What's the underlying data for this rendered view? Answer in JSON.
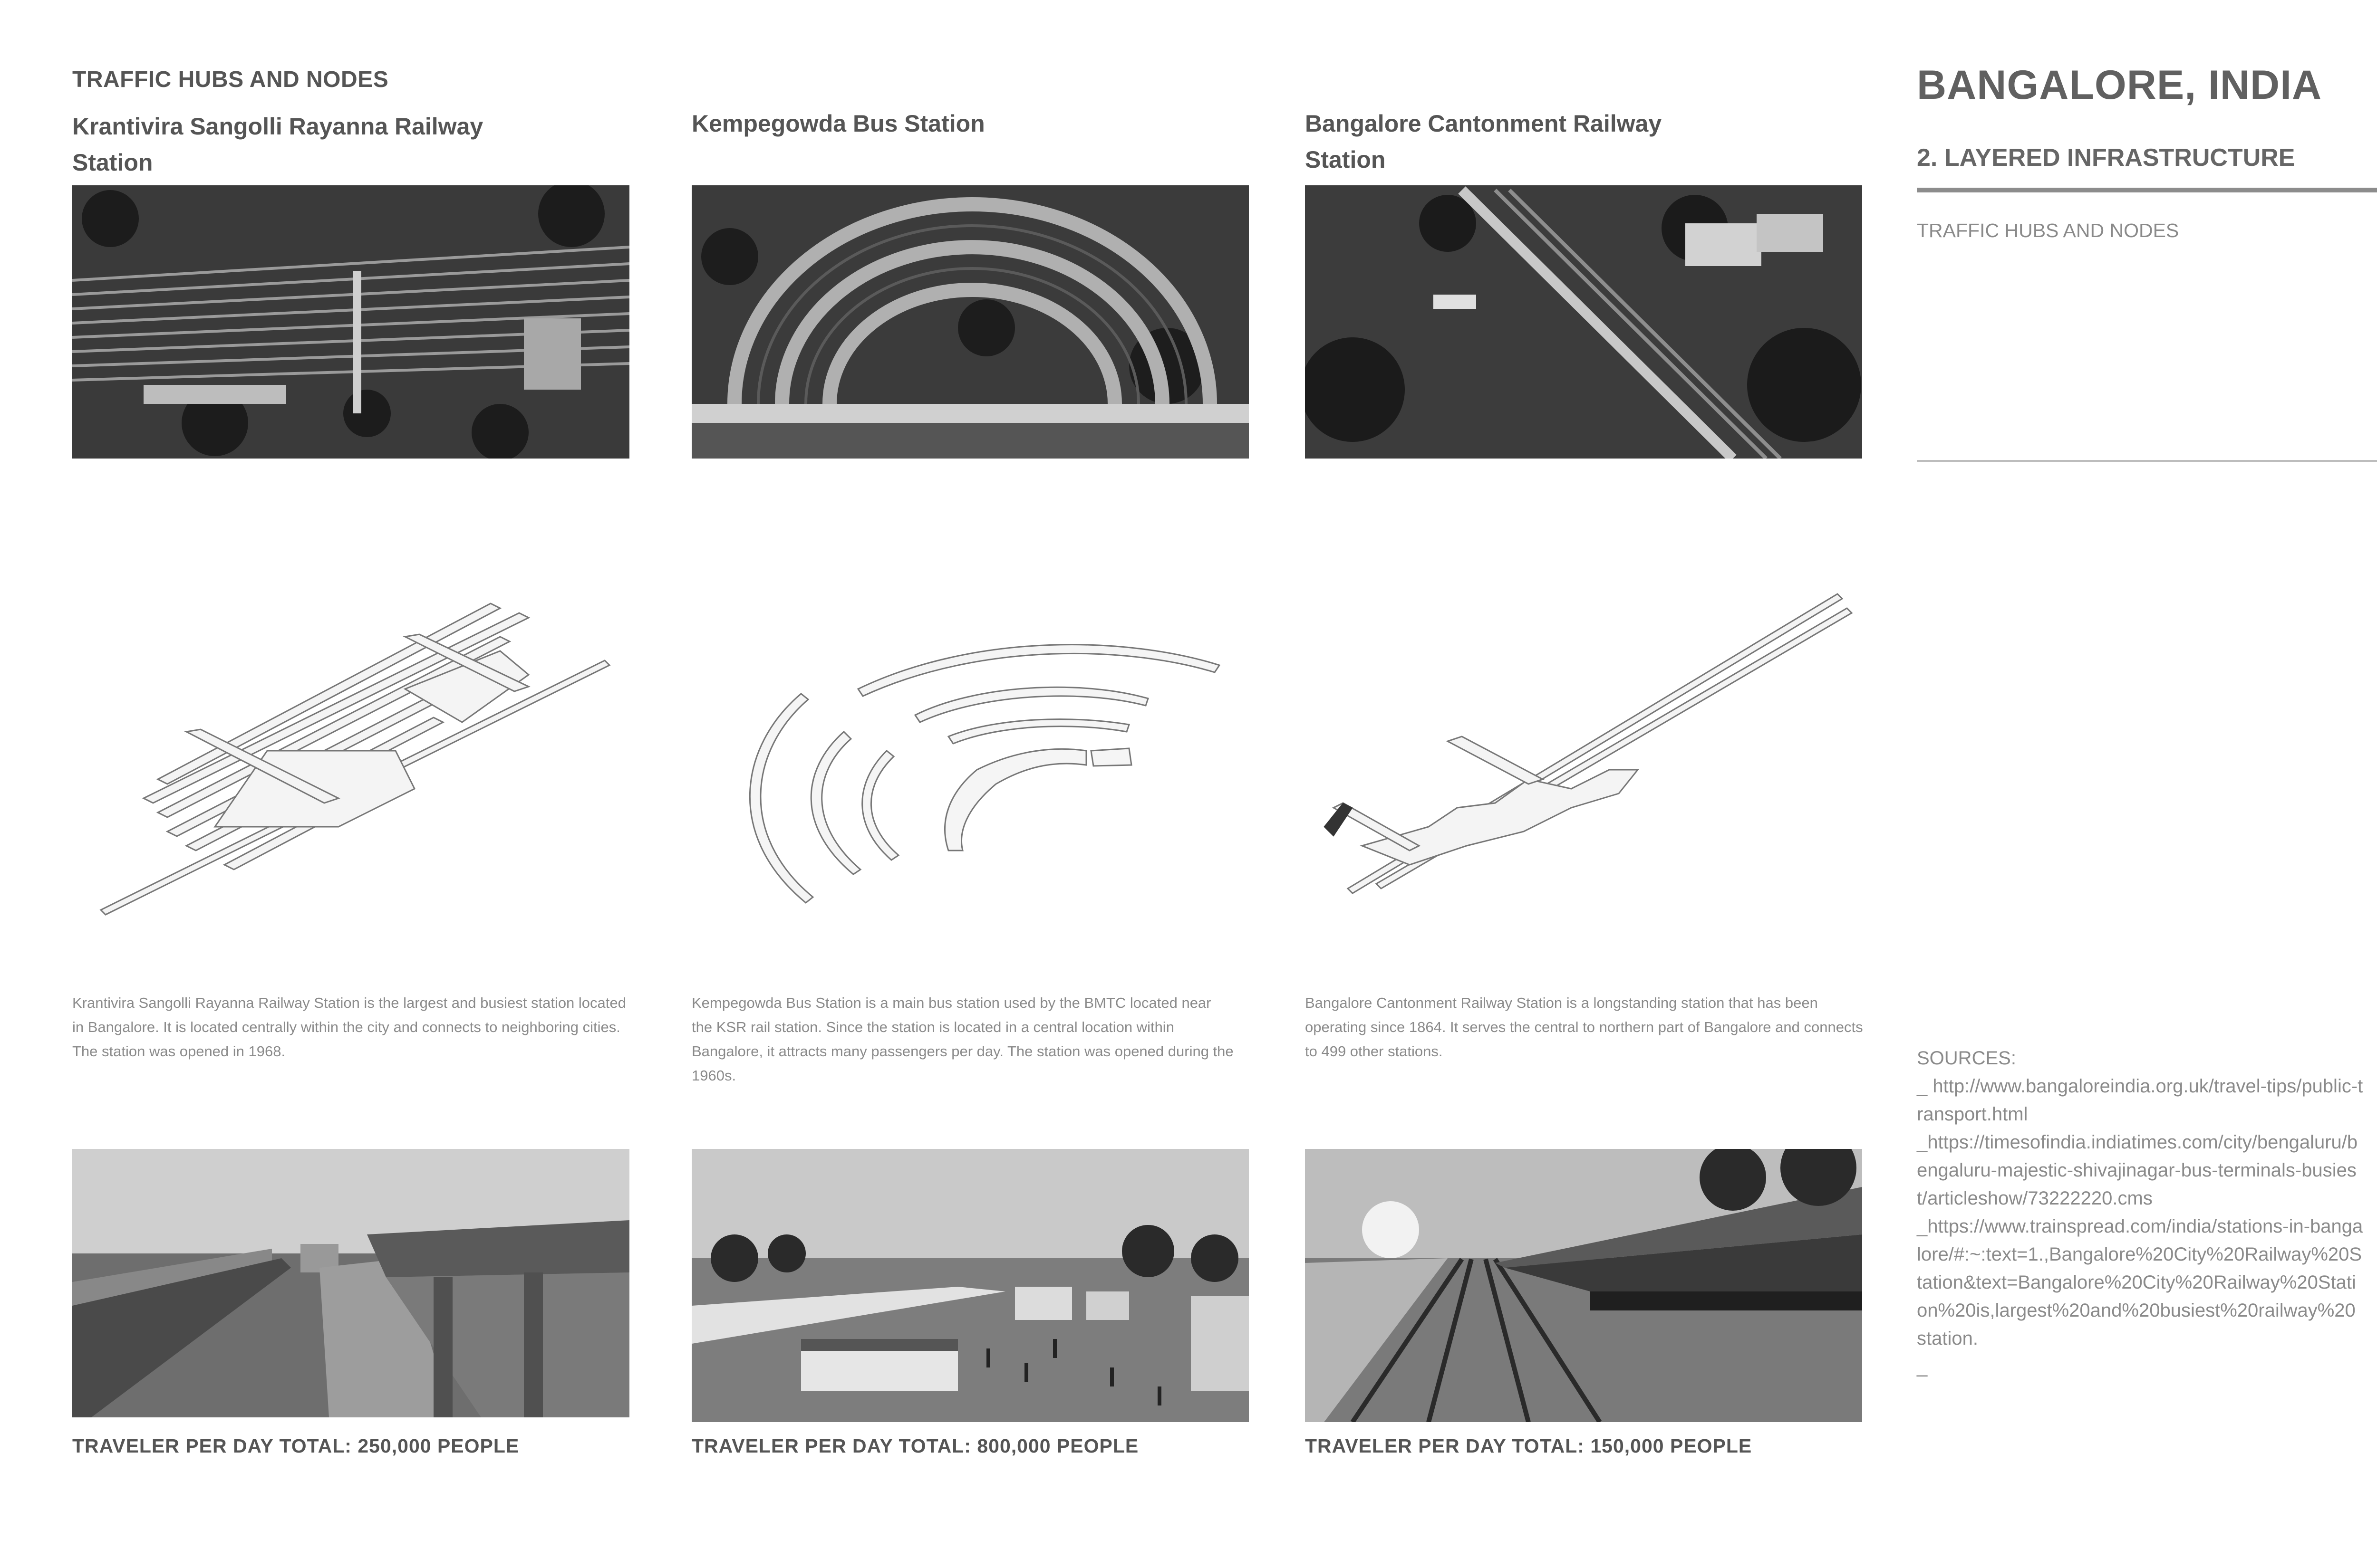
{
  "section_heading": "TRAFFIC HUBS AND NODES",
  "stations": [
    {
      "name": "Krantivira Sangolli Rayanna Railway Station",
      "description": "Krantivira Sangolli Rayanna Railway Station is the largest and busiest station located in Bangalore. It is located centrally within the city and connects to neighboring cities. The station was opened in 1968.",
      "traveler_total": "TRAVELER PER DAY TOTAL: 250,000 PEOPLE"
    },
    {
      "name": "Kempegowda Bus Station",
      "description": "Kempegowda Bus Station is a main bus station used by the BMTC located near the KSR rail station. Since the station is located in a central location within Bangalore, it attracts many passengers per day. The station was opened during the 1960s.",
      "traveler_total": "TRAVELER PER DAY TOTAL: 800,000 PEOPLE"
    },
    {
      "name": "Bangalore Cantonment Railway Station",
      "description": "Bangalore Cantonment Railway Station is a longstanding station that has been operating since 1864. It serves the central to northern part of Bangalore and connects to 499 other stations.",
      "traveler_total": "TRAVELER PER DAY TOTAL: 150,000 PEOPLE"
    }
  ],
  "sidebar": {
    "title": "BANGALORE, INDIA",
    "subtitle": "2. LAYERED INFRASTRUCTURE",
    "label": "TRAFFIC HUBS AND NODES",
    "sources_heading": "SOURCES:",
    "sources": [
      "_ http://www.bangaloreindia.org.uk/travel-tips/public-transport.html",
      "_https://timesofindia.indiatimes.com/city/bengaluru/bengaluru-majestic-shivajinagar-bus-terminals-busiest/articleshow/73222220.cms",
      "_https://www.trainspread.com/india/stations-in-bangalore/#:~:text=1.,Bangalore%20City%20Railway%20Station&text=Bangalore%20City%20Railway%20Station%20is,largest%20and%20busiest%20railway%20station.",
      "_"
    ]
  },
  "colors": {
    "text_dark": "#555555",
    "text_light": "#8a8a8a",
    "rule": "#8c8c8c"
  }
}
